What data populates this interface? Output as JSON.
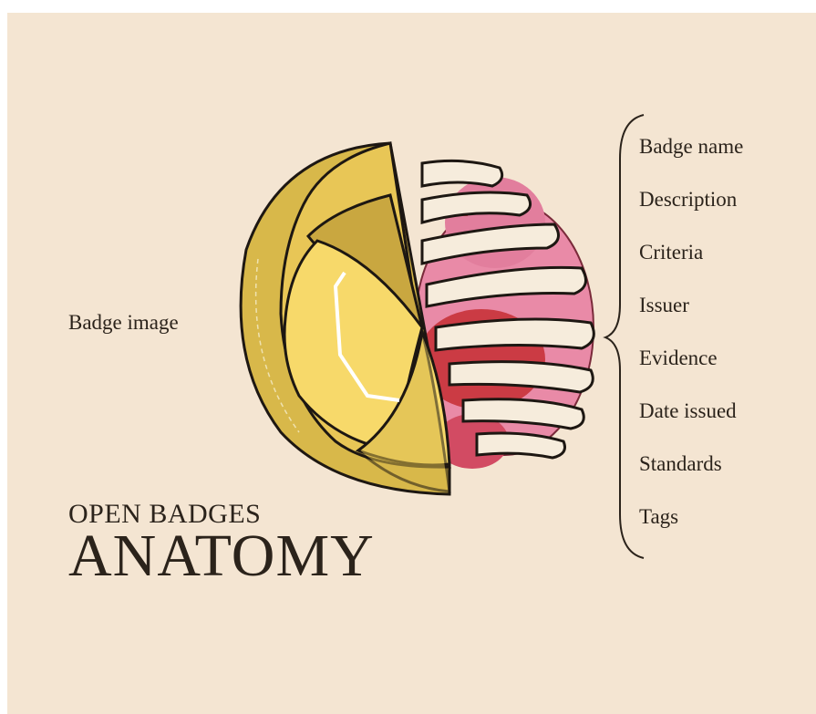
{
  "left_label": "Badge image",
  "title": {
    "line1": "OPEN BADGES",
    "line2": "ANATOMY"
  },
  "fields": [
    "Badge name",
    "Description",
    "Criteria",
    "Issuer",
    "Evidence",
    "Date issued",
    "Standards",
    "Tags"
  ],
  "colors": {
    "background": "#f4e5d2",
    "badge_gold": "#d8b84a",
    "badge_yellow": "#f7d96a",
    "bone": "#f6ecdc",
    "organ_pink": "#e98aa7",
    "organ_red": "#c8323a",
    "vein_blue": "#2d55b8",
    "ink": "#2b231b"
  }
}
